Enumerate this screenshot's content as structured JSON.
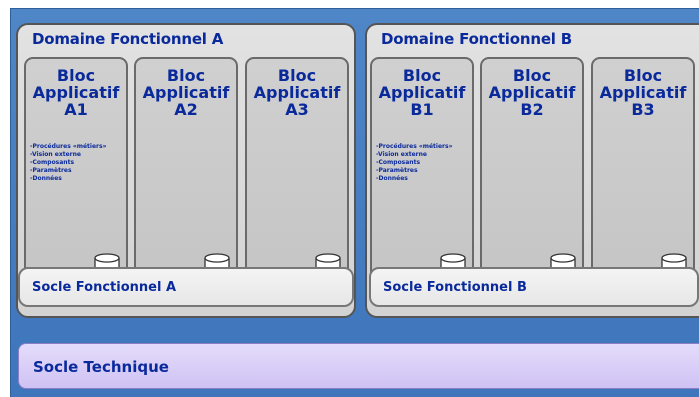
{
  "domains": [
    {
      "title": "Domaine Fonctionnel A",
      "blocs": [
        {
          "line1": "Bloc",
          "line2": "Applicatif",
          "line3": "A1",
          "items": [
            "-Procédures «métiers»",
            "-Vision externe",
            "-Composants",
            "-Paramètres",
            "-Données"
          ]
        },
        {
          "line1": "Bloc",
          "line2": "Applicatif",
          "line3": "A2",
          "items": []
        },
        {
          "line1": "Bloc",
          "line2": "Applicatif",
          "line3": "A3",
          "items": []
        }
      ],
      "socle": "Socle Fonctionnel A"
    },
    {
      "title": "Domaine Fonctionnel B",
      "blocs": [
        {
          "line1": "Bloc",
          "line2": "Applicatif",
          "line3": "B1",
          "items": [
            "-Procédures «métiers»",
            "-Vision externe",
            "-Composants",
            "-Paramètres",
            "-Données"
          ]
        },
        {
          "line1": "Bloc",
          "line2": "Applicatif",
          "line3": "B2",
          "items": []
        },
        {
          "line1": "Bloc",
          "line2": "Applicatif",
          "line3": "B3",
          "items": []
        }
      ],
      "socle": "Socle Fonctionnel B"
    }
  ],
  "socle_technique": "Socle Technique",
  "colors": {
    "background": "#4a82c4",
    "text": "#0a2a9c",
    "domain_fill": "#dcdcdc",
    "bloc_fill": "#cccccc",
    "socle_technique_fill": "#dcd3f8"
  },
  "icons": [
    "database-icon"
  ]
}
